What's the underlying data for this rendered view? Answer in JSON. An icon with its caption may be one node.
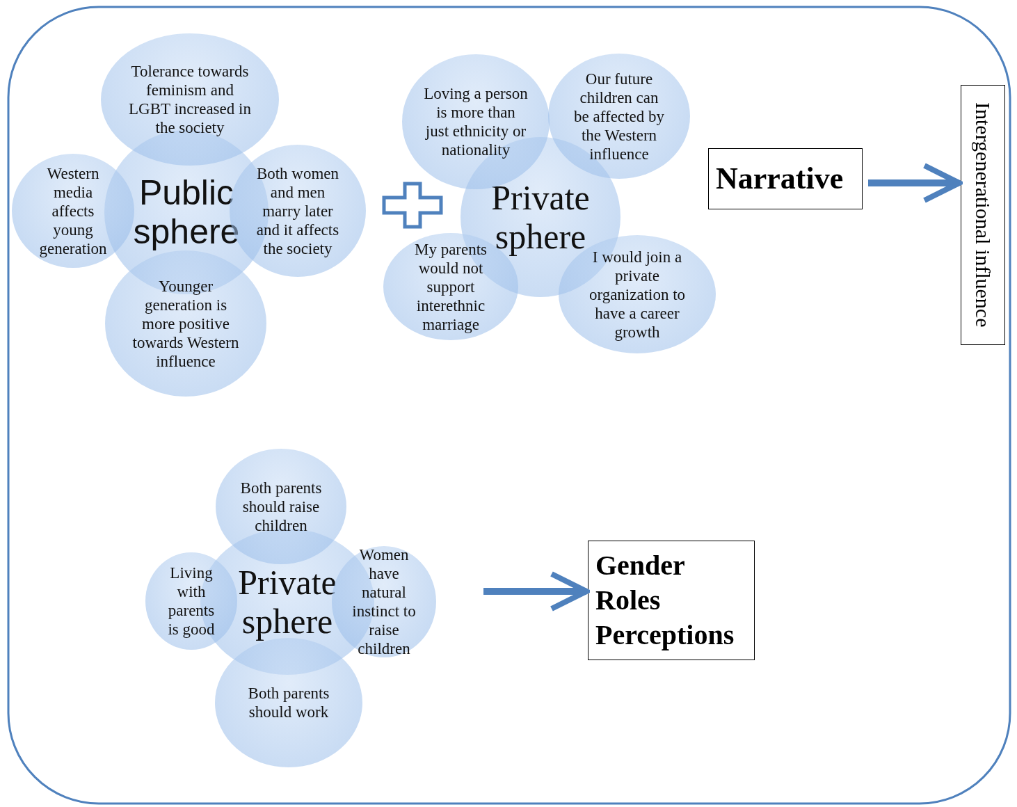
{
  "diagram": {
    "nodes": [
      {
        "text": [
          "Public sphere"
        ]
      },
      {
        "text": [
          "Tolerance towards feminism and LGBT increased in the society"
        ]
      },
      {
        "text": [
          "Western media affects young generation"
        ]
      },
      {
        "text": [
          "Both women and men marry later and it affects the society"
        ]
      },
      {
        "text": [
          "Younger generation is more positive towards Western influence"
        ]
      },
      {
        "text": [
          "Private sphere"
        ]
      },
      {
        "text": [
          "Loving a person is more than just ethnicity or nationality"
        ]
      },
      {
        "text": [
          "Our future children can be affected by the Western influence"
        ]
      },
      {
        "text": [
          "My parents would not support interethnic marriage"
        ]
      },
      {
        "text": [
          "I would join a private organization to have a career growth"
        ]
      },
      {
        "text": [
          "Narrative"
        ]
      },
      {
        "text": [
          "Intergenerational influence"
        ]
      },
      {
        "text": [
          "Private sphere"
        ]
      },
      {
        "text": [
          "Both parents should raise children"
        ]
      },
      {
        "text": [
          "Living with parents is good"
        ]
      },
      {
        "text": [
          "Women have natural instinct to raise children"
        ]
      },
      {
        "text": [
          "Both parents should work"
        ]
      },
      {
        "text": [
          "Gender Roles Perceptions"
        ]
      }
    ],
    "edges": [
      {
        "from": 10,
        "to": 11,
        "arrow": "to"
      },
      {
        "from": null,
        "to": 17,
        "arrow": "to"
      }
    ]
  }
}
